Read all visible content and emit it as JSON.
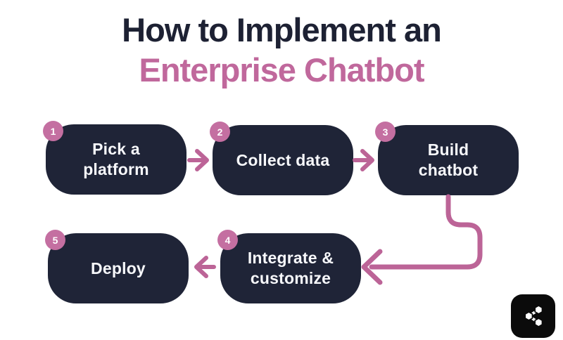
{
  "title": {
    "line1": "How to Implement an",
    "line2": "Enterprise Chatbot"
  },
  "steps": [
    {
      "number": "1",
      "label": "Pick a platform",
      "line1": "Pick a",
      "line2": "platform"
    },
    {
      "number": "2",
      "label": "Collect data",
      "line1": "Collect data"
    },
    {
      "number": "3",
      "label": "Build chatbot",
      "line1": "Build",
      "line2": "chatbot"
    },
    {
      "number": "4",
      "label": "Integrate & customize",
      "line1": "Integrate &",
      "line2": "customize"
    },
    {
      "number": "5",
      "label": "Deploy",
      "line1": "Deploy"
    }
  ],
  "flow": [
    "Pick a platform -> Collect data",
    "Collect data -> Build chatbot",
    "Build chatbot -> Integrate & customize",
    "Integrate & customize -> Deploy"
  ],
  "icons": {
    "share": "share-icon"
  },
  "colors": {
    "background": "#ffffff",
    "box": "#1f2437",
    "box_text": "#f7f8fb",
    "title_dark": "#1d2133",
    "accent": "#c0689c",
    "badge": "#c46fa1",
    "share_bg": "#0b0b0b"
  }
}
